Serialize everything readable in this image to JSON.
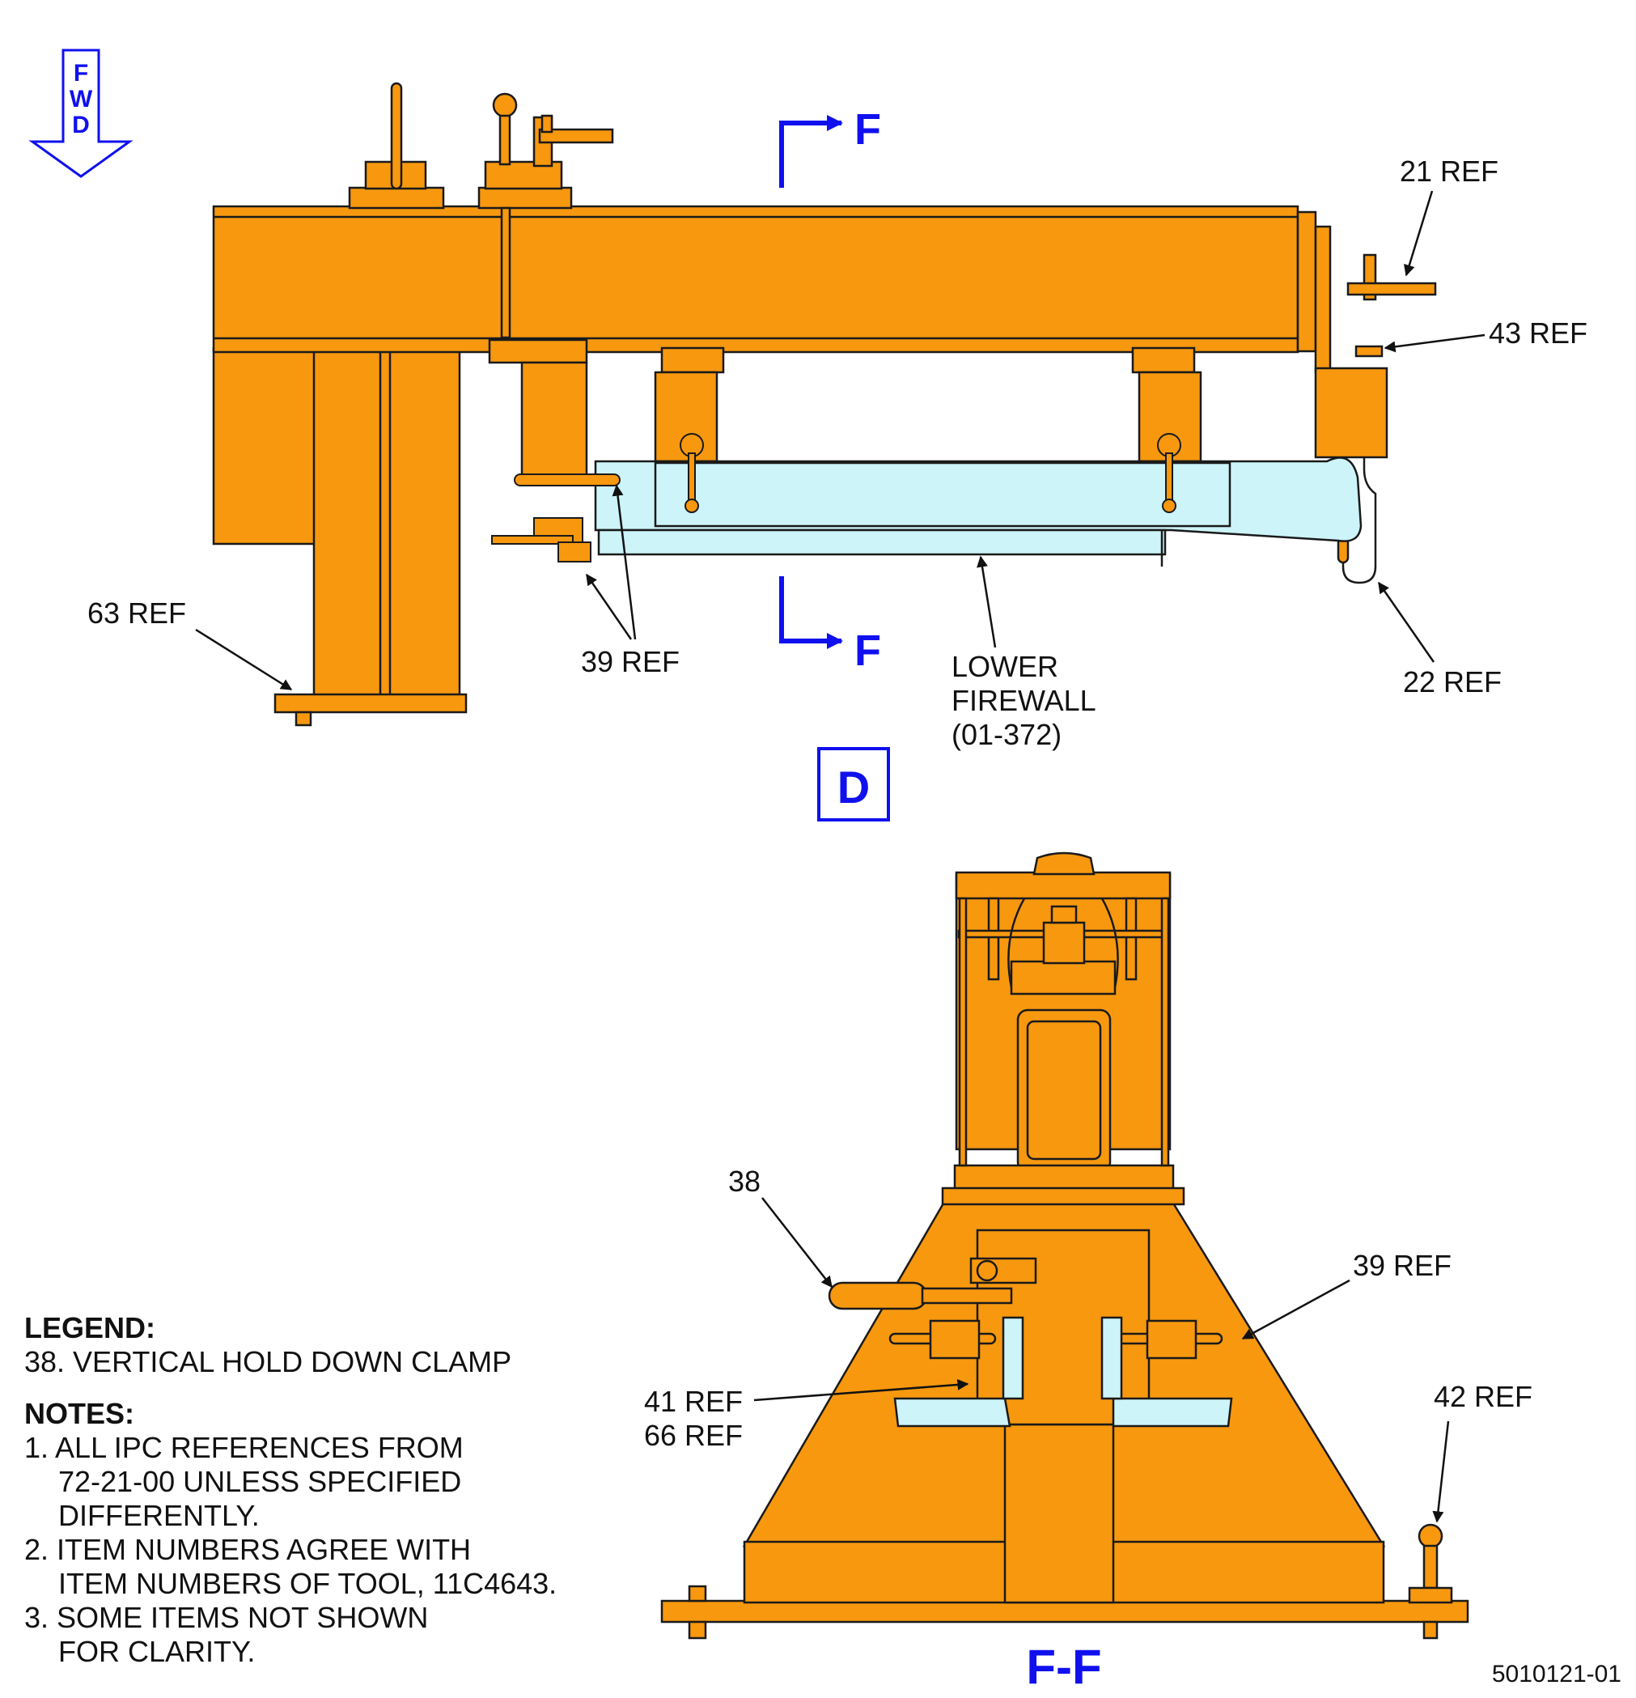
{
  "fwd_letters": [
    "F",
    "W",
    "D"
  ],
  "section_letter_top": "F",
  "section_letter_bottom": "F",
  "view_d_label": "D",
  "view_ff_label": "F-F",
  "callouts_top": {
    "ref21": "21 REF",
    "ref43": "43 REF",
    "ref63": "63 REF",
    "ref39": "39 REF",
    "firewall_line1": "LOWER",
    "firewall_line2": "FIREWALL",
    "firewall_line3": "(01-372)",
    "ref22": "22 REF"
  },
  "callouts_bottom": {
    "item38": "38",
    "ref39": "39 REF",
    "ref41": "41 REF",
    "ref66": "66 REF",
    "ref42": "42 REF"
  },
  "legend": {
    "title": "LEGEND:",
    "item": "38. VERTICAL HOLD DOWN CLAMP"
  },
  "notes": {
    "title": "NOTES:",
    "n1": "1. ALL IPC REFERENCES FROM\n72-21-00 UNLESS SPECIFIED\nDIFFERENTLY.",
    "n2": "2. ITEM NUMBERS AGREE WITH\nITEM NUMBERS OF TOOL, 11C4643.",
    "n3": "3. SOME ITEMS NOT SHOWN\nFOR CLARITY."
  },
  "document_number": "5010121-01",
  "colors": {
    "tool_fill": "#f7980f",
    "firewall_fill": "#ccf4f9",
    "outline": "#1a1a1a",
    "section_marks": "#1010ee"
  }
}
